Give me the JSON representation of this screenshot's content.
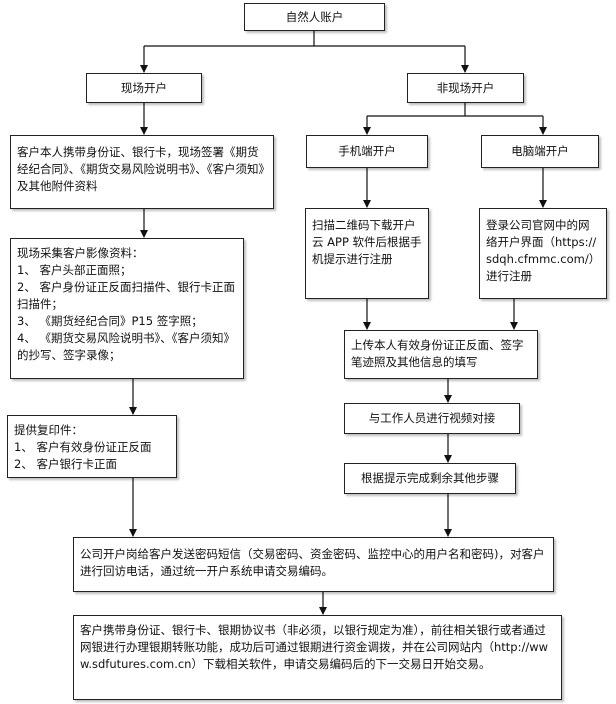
{
  "diagram": {
    "root": "自然人账户",
    "branch_onsite": "现场开户",
    "branch_remote": "非现场开户",
    "mobile": "手机端开户",
    "pc": "电脑端开户",
    "onsite_step1": "客户本人携带身份证、银行卡，现场签署《期货经纪合同》、《期货交易风险说明书》、《客户须知》及其他附件资料",
    "onsite_step2": {
      "title": "现场采集客户影像资料：",
      "items": [
        "1、 客户头部正面照；",
        "2、 客户身份证正反面扫描件、银行卡正面扫描件；",
        "3、 《期货经纪合同》P15 签字照；",
        "4、 《期货交易风险说明书》、《客户须知》的抄写、签字录像；"
      ]
    },
    "onsite_step3": {
      "title": "提供复印件：",
      "items": [
        "1、 客户有效身份证正反面",
        "2、 客户银行卡正面"
      ]
    },
    "mobile_step": "扫描二维码下载开户云 APP 软件后根据手机提示进行注册",
    "pc_step": "登录公司官网中的网络开户界面（https://sdqh.cfmmc.com/）进行注册",
    "upload": "上传本人有效身份证正反面、签字笔迹照及其他信息的填写",
    "video": "与工作人员进行视频对接",
    "remaining": "根据提示完成剩余其他步骤",
    "sms": "公司开户岗给客户发送密码短信（交易密码、资金密码、监控中心的用户名和密码)，对客户进行回访电话，通过统一开户系统申请交易编码。",
    "final": "客户携带身份证、银行卡、银期协议书（非必须，以银行规定为准），前往相关银行或者通过网银进行办理银期转账功能，成功后可通过银期进行资金调拨，并在公司网站内（http://www.sdfutures.com.cn）下载相关软件，申请交易编码后的下一交易日开始交易。"
  }
}
